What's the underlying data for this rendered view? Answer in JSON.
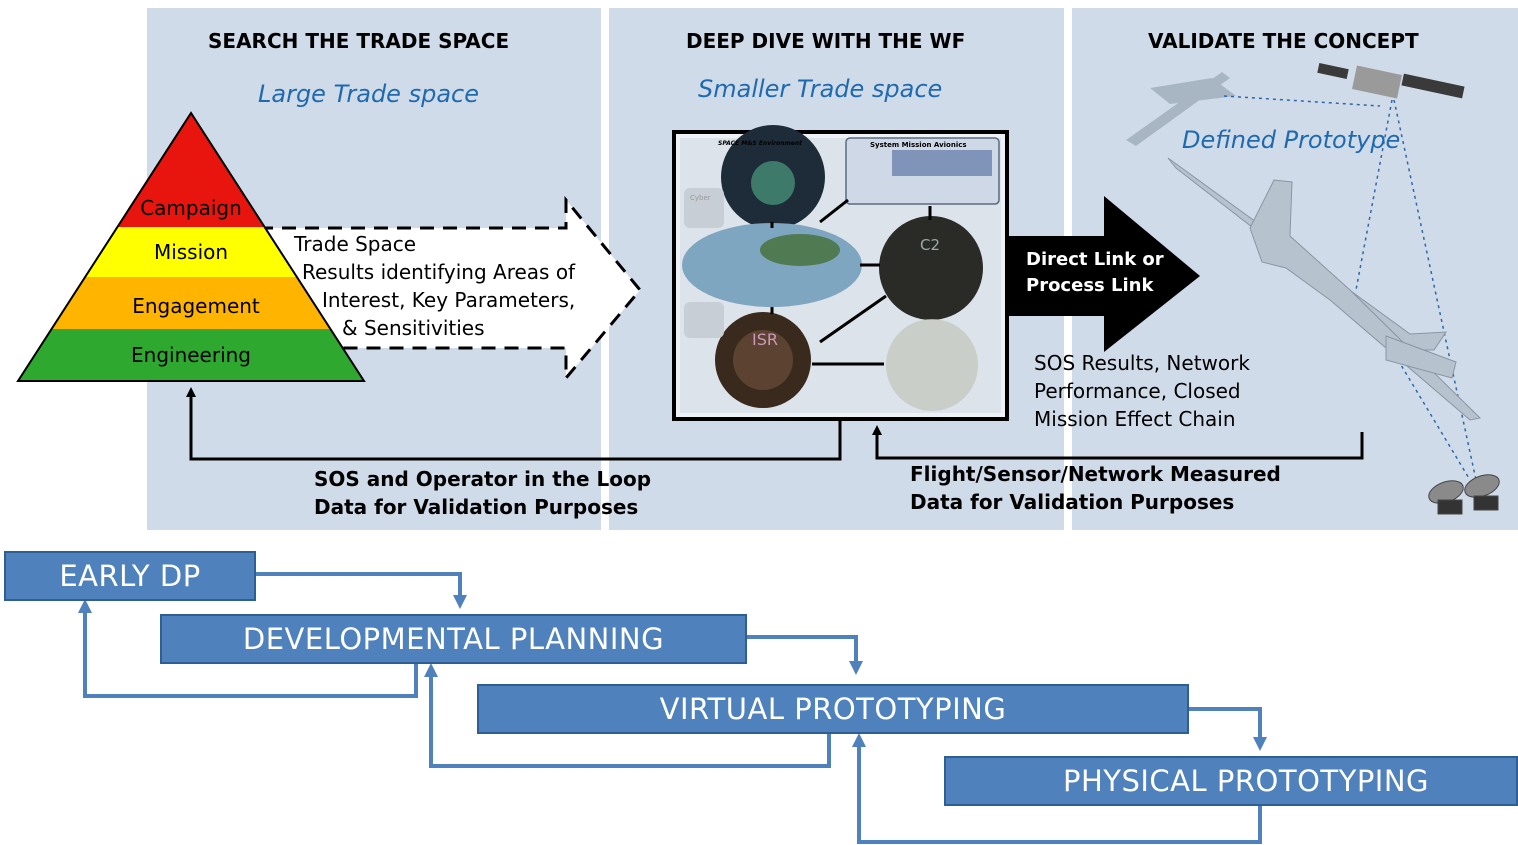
{
  "panels": {
    "search": {
      "title": "SEARCH THE TRADE SPACE",
      "subtitle": "Large Trade space"
    },
    "deep_dive": {
      "title": "DEEP DIVE WITH THE WF",
      "subtitle": "Smaller Trade space"
    },
    "validate": {
      "title": "VALIDATE THE CONCEPT",
      "subtitle": "Defined Prototype"
    }
  },
  "pyramid": {
    "tiers": [
      "Campaign",
      "Mission",
      "Engagement",
      "Engineering"
    ],
    "colors": [
      "#e8140e",
      "#ffff00",
      "#ffb400",
      "#2ea82e"
    ]
  },
  "trade_arrow": {
    "lines": [
      "Trade Space",
      "Results identifying Areas of",
      "Interest, Key Parameters,",
      "& Sensitivities"
    ]
  },
  "mbse_figure": {
    "env_label": "SPACE M&S Environment",
    "avionics_label": "System Mission Avionics",
    "nodes": [
      "C2",
      "ISR",
      "Cyber"
    ]
  },
  "link_arrow": {
    "lines": [
      "Direct Link or",
      "Process Link"
    ]
  },
  "sos_results": {
    "lines": [
      "SOS Results, Network",
      "Performance, Closed",
      "Mission Effect Chain"
    ]
  },
  "feedback": {
    "left": {
      "lines": [
        "SOS and Operator in the Loop",
        "Data for Validation Purposes"
      ]
    },
    "right": {
      "lines": [
        "Flight/Sensor/Network Measured",
        "Data for Validation Purposes"
      ]
    }
  },
  "stages": [
    "EARLY DP",
    "DEVELOPMENTAL PLANNING",
    "VIRTUAL PROTOTYPING",
    "PHYSICAL PROTOTYPING"
  ],
  "colors": {
    "panel": "#d0dbe9",
    "stage_box": "#4f81bd",
    "subtitle": "#1f6aae"
  }
}
